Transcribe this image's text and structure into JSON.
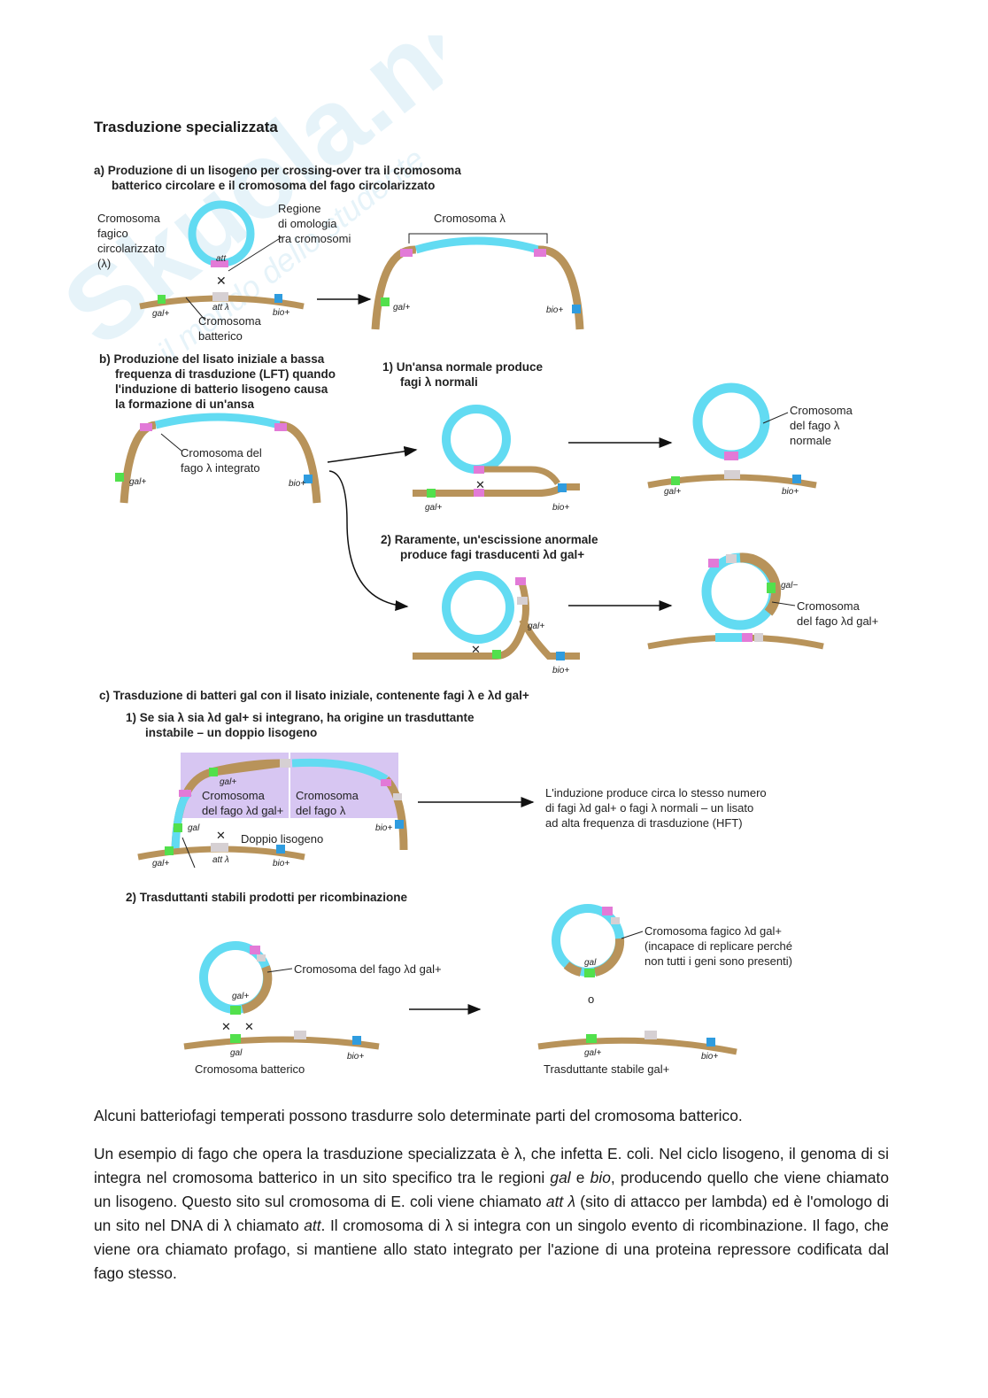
{
  "page": {
    "title": "Trasduzione specializzata",
    "watermark": [
      "Skuola.net",
      "il mondo dello studente"
    ]
  },
  "figure": {
    "a": {
      "heading_1": "a)  Produzione di un lisogeno per crossing-over tra il cromosoma",
      "heading_2": "batterico circolare e il cromosoma del fago circolarizzato",
      "phage_label": [
        "Cromosoma",
        "fagico",
        "circolarizzato",
        "(λ)"
      ],
      "homology_label": [
        "Regione",
        "di omologia",
        "tra cromosomi"
      ],
      "att": "att",
      "att_lambda": "att λ",
      "gal_plus": "gal+",
      "bio_plus": "bio+",
      "bacterial_label": [
        "Cromosoma",
        "batterico"
      ],
      "lambda_label": "Cromosoma λ"
    },
    "b": {
      "heading": [
        "b)  Produzione del lisato iniziale a bassa",
        "frequenza di trasduzione (LFT) quando",
        "l'induzione di batterio lisogeno causa",
        "la formazione di un'ansa"
      ],
      "integrated_label": [
        "Cromosoma del",
        "fago λ integrato"
      ],
      "step1": [
        "1)  Un'ansa normale produce",
        "fagi λ normali"
      ],
      "normal_label": [
        "Cromosoma",
        "del fago λ",
        "normale"
      ],
      "step2": [
        "2)  Raramente, un'escissione anormale",
        "produce fagi trasducenti λd gal+"
      ],
      "gal_minus": "gal−",
      "dgal_label": [
        "Cromosoma",
        "del fago λd gal+"
      ]
    },
    "c": {
      "heading": "c)  Trasduzione di batteri gal con il lisato iniziale, contenente fagi λ e λd gal+",
      "step1": [
        "1)  Se sia λ sia λd gal+ si integrano, ha origine un trasduttante",
        "instabile – un doppio lisogeno"
      ],
      "box_left": [
        "Cromosoma",
        "del fago λd gal+"
      ],
      "box_right": [
        "Cromosoma",
        "del fago λ"
      ],
      "gal": "gal",
      "double_lysogen": "Doppio lisogeno",
      "hft_text": [
        "L'induzione produce circa lo stesso numero",
        "di fagi λd gal+ o fagi λ normali – un lisato",
        "ad alta frequenza di trasduzione (HFT)"
      ],
      "step2": "2)  Trasduttanti stabili prodotti per ricombinazione",
      "phage_dgal": "Cromosoma del fago λd gal+",
      "bacterial_chrom": "Cromosoma batterico",
      "phage_note": [
        "Cromosoma fagico λd gal+",
        "(incapace di replicare perché",
        "non tutti i geni sono presenti)"
      ],
      "or": "o",
      "stable": "Trasduttante stabile gal+"
    }
  },
  "body": {
    "p1": "Alcuni batteriofagi temperati possono trasdurre solo determinate parti del cromosoma batterico.",
    "p2": [
      {
        "t": "Un esempio di fago che opera la trasduzione specializzata è λ, che infetta E. coli. Nel ciclo lisogeno, il genoma di si integra nel cromosoma batterico in un sito specifico tra le regioni "
      },
      {
        "t": "gal",
        "i": true
      },
      {
        "t": " e "
      },
      {
        "t": "bio",
        "i": true
      },
      {
        "t": ", producendo quello che viene chiamato un lisogeno. Questo sito sul cromosoma di E. coli viene chiamato "
      },
      {
        "t": "att λ",
        "i": true
      },
      {
        "t": " (sito di attacco per lambda) ed è l'omologo di un sito nel DNA di λ chiamato "
      },
      {
        "t": "att",
        "i": true
      },
      {
        "t": ". Il cromosoma di λ si integra con un singolo evento di ricombinazione. Il fago, che viene ora chiamato profago, si mantiene allo stato integrato per l'azione di una proteina repressore codificata dal fago stesso."
      }
    ]
  },
  "colors": {
    "bacterial": "#b8935a",
    "phage": "#62dbf2",
    "gal": "#52e04c",
    "bio": "#2f9cdf",
    "att": "#e27ad7",
    "grey_band": "#d6d0d3",
    "box_fill": "#d7c6f2"
  }
}
